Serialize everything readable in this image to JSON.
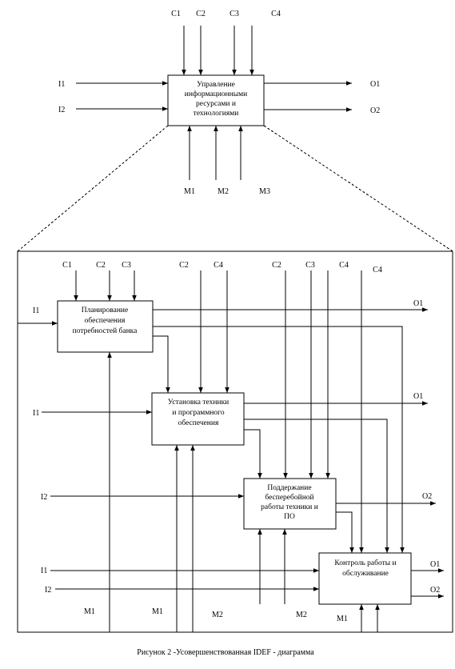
{
  "top": {
    "box_lines": [
      "Управление",
      "информационными",
      "ресурсами и",
      "технологиями"
    ],
    "controls": [
      "C1",
      "C2",
      "C3",
      "C4"
    ],
    "inputs": [
      "I1",
      "I2"
    ],
    "outputs": [
      "O1",
      "O2"
    ],
    "mechanisms": [
      "M1",
      "M2",
      "M3"
    ]
  },
  "detail": {
    "box1_lines": [
      "Планирование",
      "обеспечения",
      "потребностей банка"
    ],
    "box2_lines": [
      "Установка техники",
      "и программного",
      "обеспечения"
    ],
    "box3_lines": [
      "Поддержание",
      "бесперебойной",
      "работы техники и",
      "ПО"
    ],
    "box4_lines": [
      "Контроль работы и",
      "обслуживание"
    ],
    "box1_controls": [
      "C1",
      "C2",
      "C3"
    ],
    "box2_controls": [
      "C2",
      "C4"
    ],
    "box3_controls": [
      "C2",
      "C3",
      "C4"
    ],
    "box4_control": "C4",
    "inputs": [
      "I1",
      "I1",
      "I2",
      "I1",
      "I2"
    ],
    "outputs": [
      "O1",
      "O1",
      "O2",
      "O1",
      "O2"
    ],
    "mechanisms": [
      "M1",
      "M1",
      "M2",
      "M2",
      "M1"
    ]
  },
  "caption": "Рисунок 2 -Усовершенствованная IDEF - диаграмма"
}
